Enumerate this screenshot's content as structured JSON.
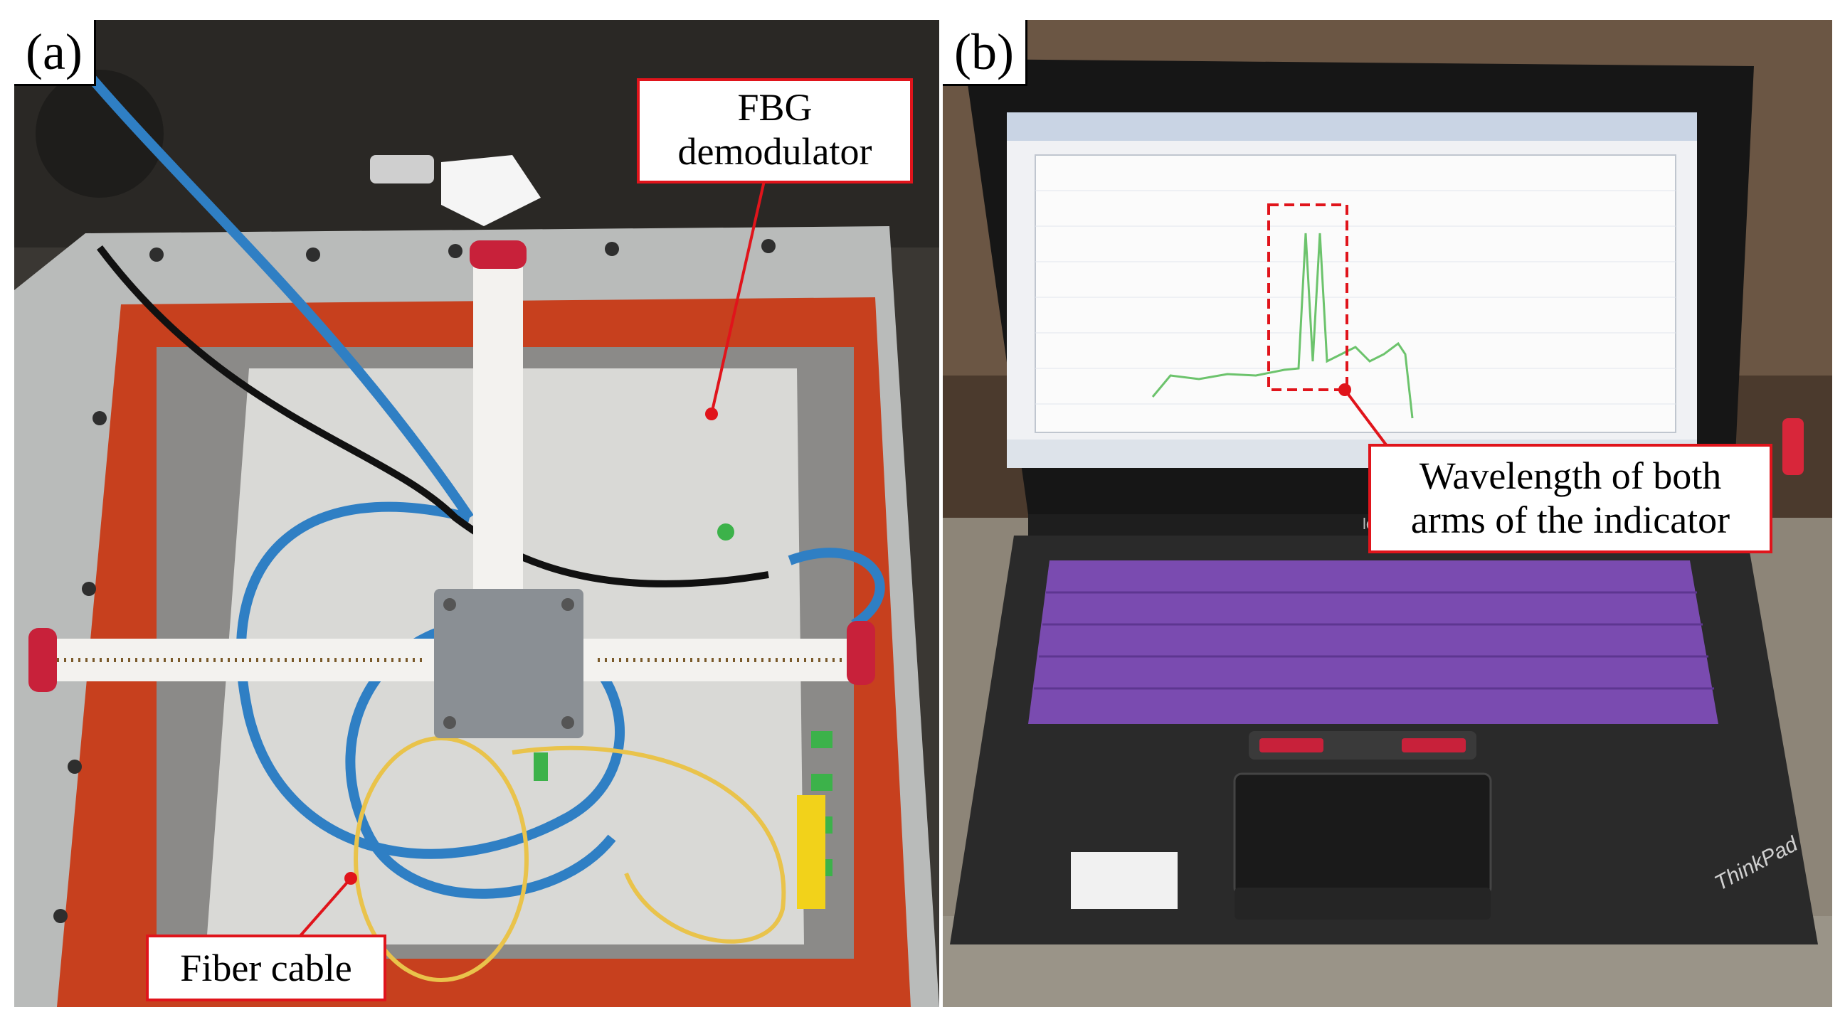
{
  "panels": {
    "a": {
      "tag": "(a)"
    },
    "b": {
      "tag": "(b)"
    }
  },
  "callouts": {
    "fbg": {
      "line1": "FBG",
      "line2": "demodulator"
    },
    "fiber": {
      "line1": "Fiber cable"
    },
    "wavelength": {
      "line1": "Wavelength of both",
      "line2": "arms of the indicator"
    }
  },
  "laptop": {
    "brand": "lenovo",
    "logo": "ThinkPad"
  },
  "colors": {
    "callout_border": "#e0141b",
    "leader": "#e0141b",
    "enclosure": "#c7401e",
    "keyboard_cover": "#7a4bb0",
    "fiber_blue": "#2f7fc4",
    "fiber_yellow": "#e9c34b",
    "spectrum": "#6cc36c"
  },
  "icons": {
    "leader_dot": "red-dot"
  }
}
